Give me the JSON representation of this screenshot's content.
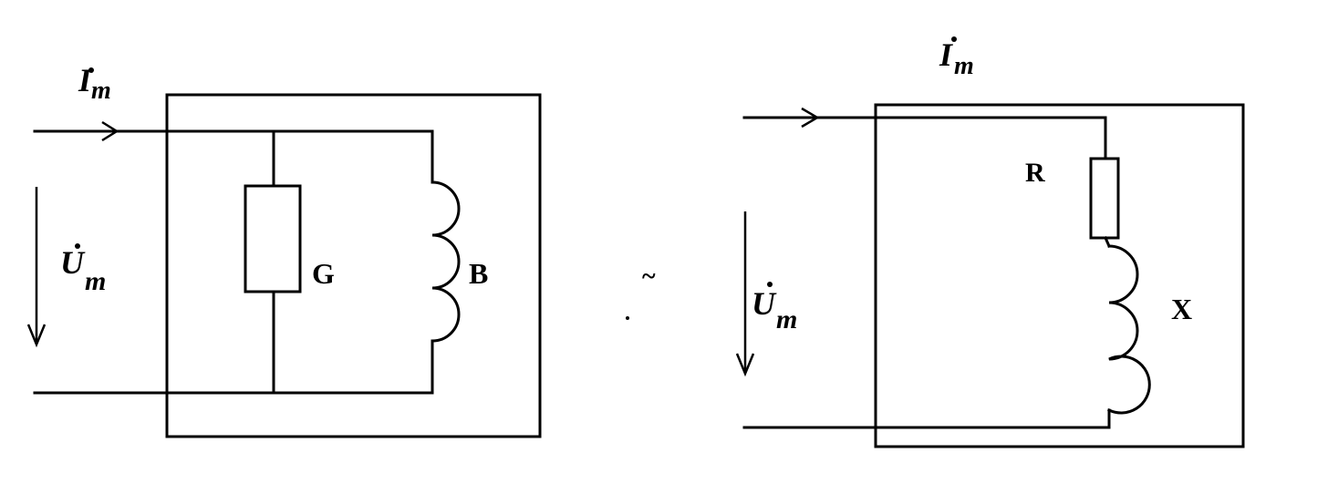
{
  "left_circuit": {
    "current_label": "İm",
    "current_main": "I",
    "current_sub": "m",
    "voltage_main": "U",
    "voltage_sub": "m",
    "conductance_label": "G",
    "susceptance_label": "B"
  },
  "separator": "~",
  "right_circuit": {
    "current_main": "I",
    "current_sub": "m",
    "voltage_main": "U",
    "voltage_sub": "m",
    "resistance_label": "R",
    "reactance_label": "X"
  }
}
